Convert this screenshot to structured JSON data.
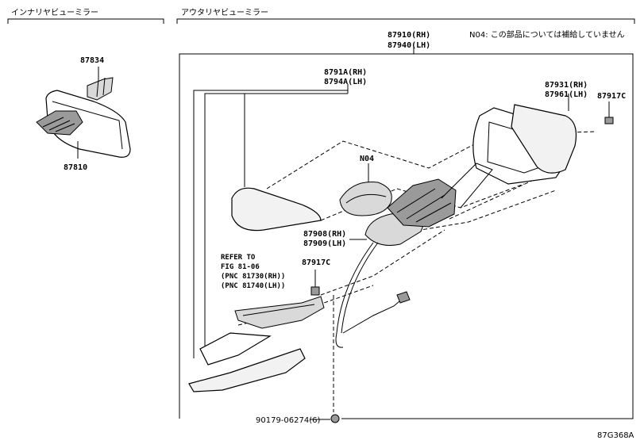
{
  "sections": {
    "inner": "インナリヤビューミラー",
    "outer": "アウタリヤビューミラー"
  },
  "note": "N04: この部品については補給していません",
  "labels": {
    "p87834": "87834",
    "p87810": "87810",
    "p87910": "87910(RH)",
    "p87940": "87940(LH)",
    "p8791A": "8791A(RH)",
    "p8794A": "8794A(LH)",
    "p87931": "87931(RH)",
    "p87961": "87961(LH)",
    "p87917C_top": "87917C",
    "n04": "N04",
    "p87908": "87908(RH)",
    "p87909": "87909(LH)",
    "ref1": "REFER TO",
    "ref2": "FIG 81-06",
    "ref3": "(PNC 81730(RH))",
    "ref4": "(PNC 81740(LH))",
    "p87917C_mid": "87917C",
    "p90179": "90179-06274(6)"
  },
  "figure_code": "87G368A"
}
